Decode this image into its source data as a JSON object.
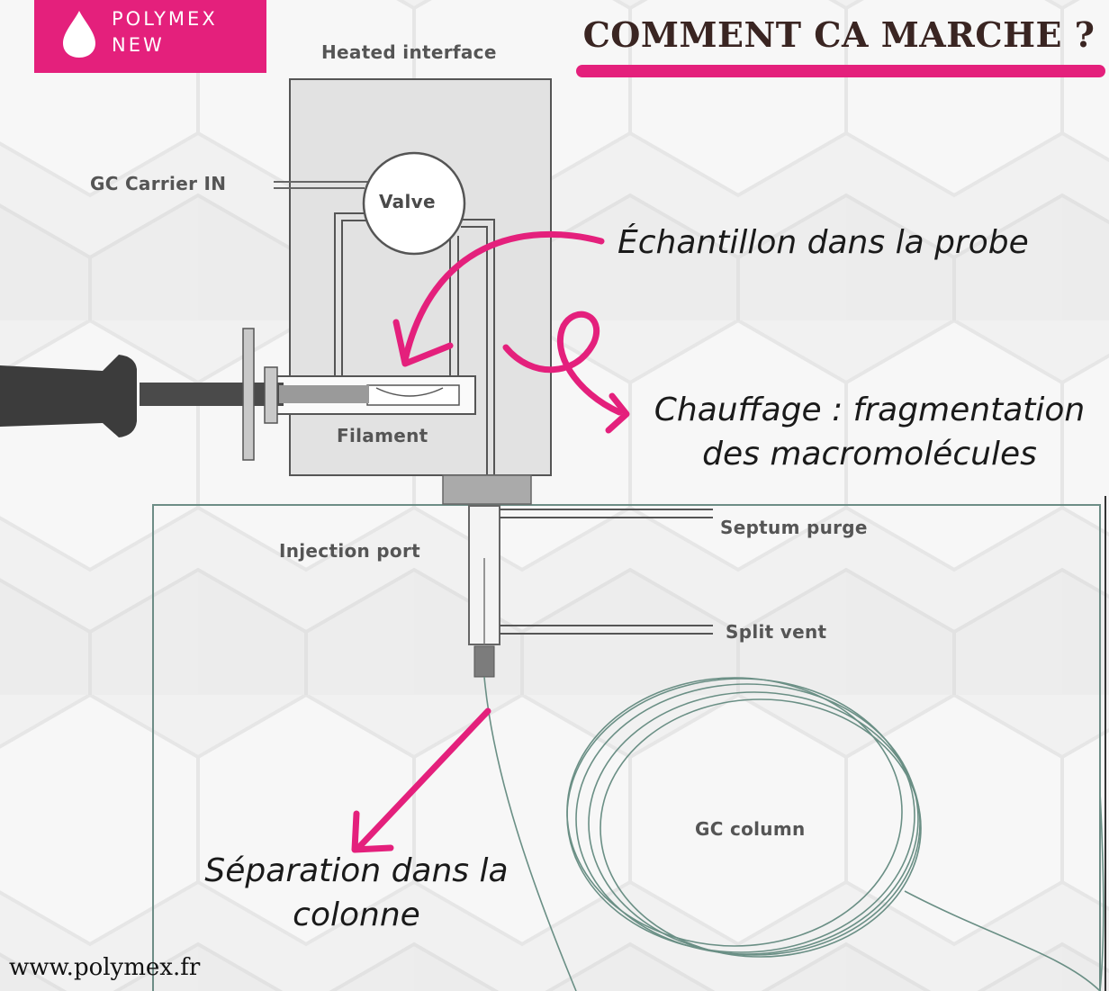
{
  "brand": {
    "logo_line1": "POLYMEX",
    "logo_line2": "NEW",
    "accent_color": "#e4207c",
    "icon": "droplet-icon"
  },
  "header": {
    "title": "COMMENT CA MARCHE ?"
  },
  "diagram": {
    "labels": {
      "heated_interface": "Heated interface",
      "gc_carrier_in": "GC Carrier IN",
      "valve": "Valve",
      "filament": "Filament",
      "injection_port": "Injection port",
      "septum_purge": "Septum purge",
      "split_vent": "Split vent",
      "gc_column": "GC column"
    },
    "annotations": {
      "sample": "Échantillon dans la probe",
      "heating_line1": "Chauffage : fragmentation",
      "heating_line2": "des macromolécules",
      "separation_line1": "Séparation dans la",
      "separation_line2": "colonne"
    }
  },
  "footer": {
    "url": "www.polymex.fr"
  }
}
